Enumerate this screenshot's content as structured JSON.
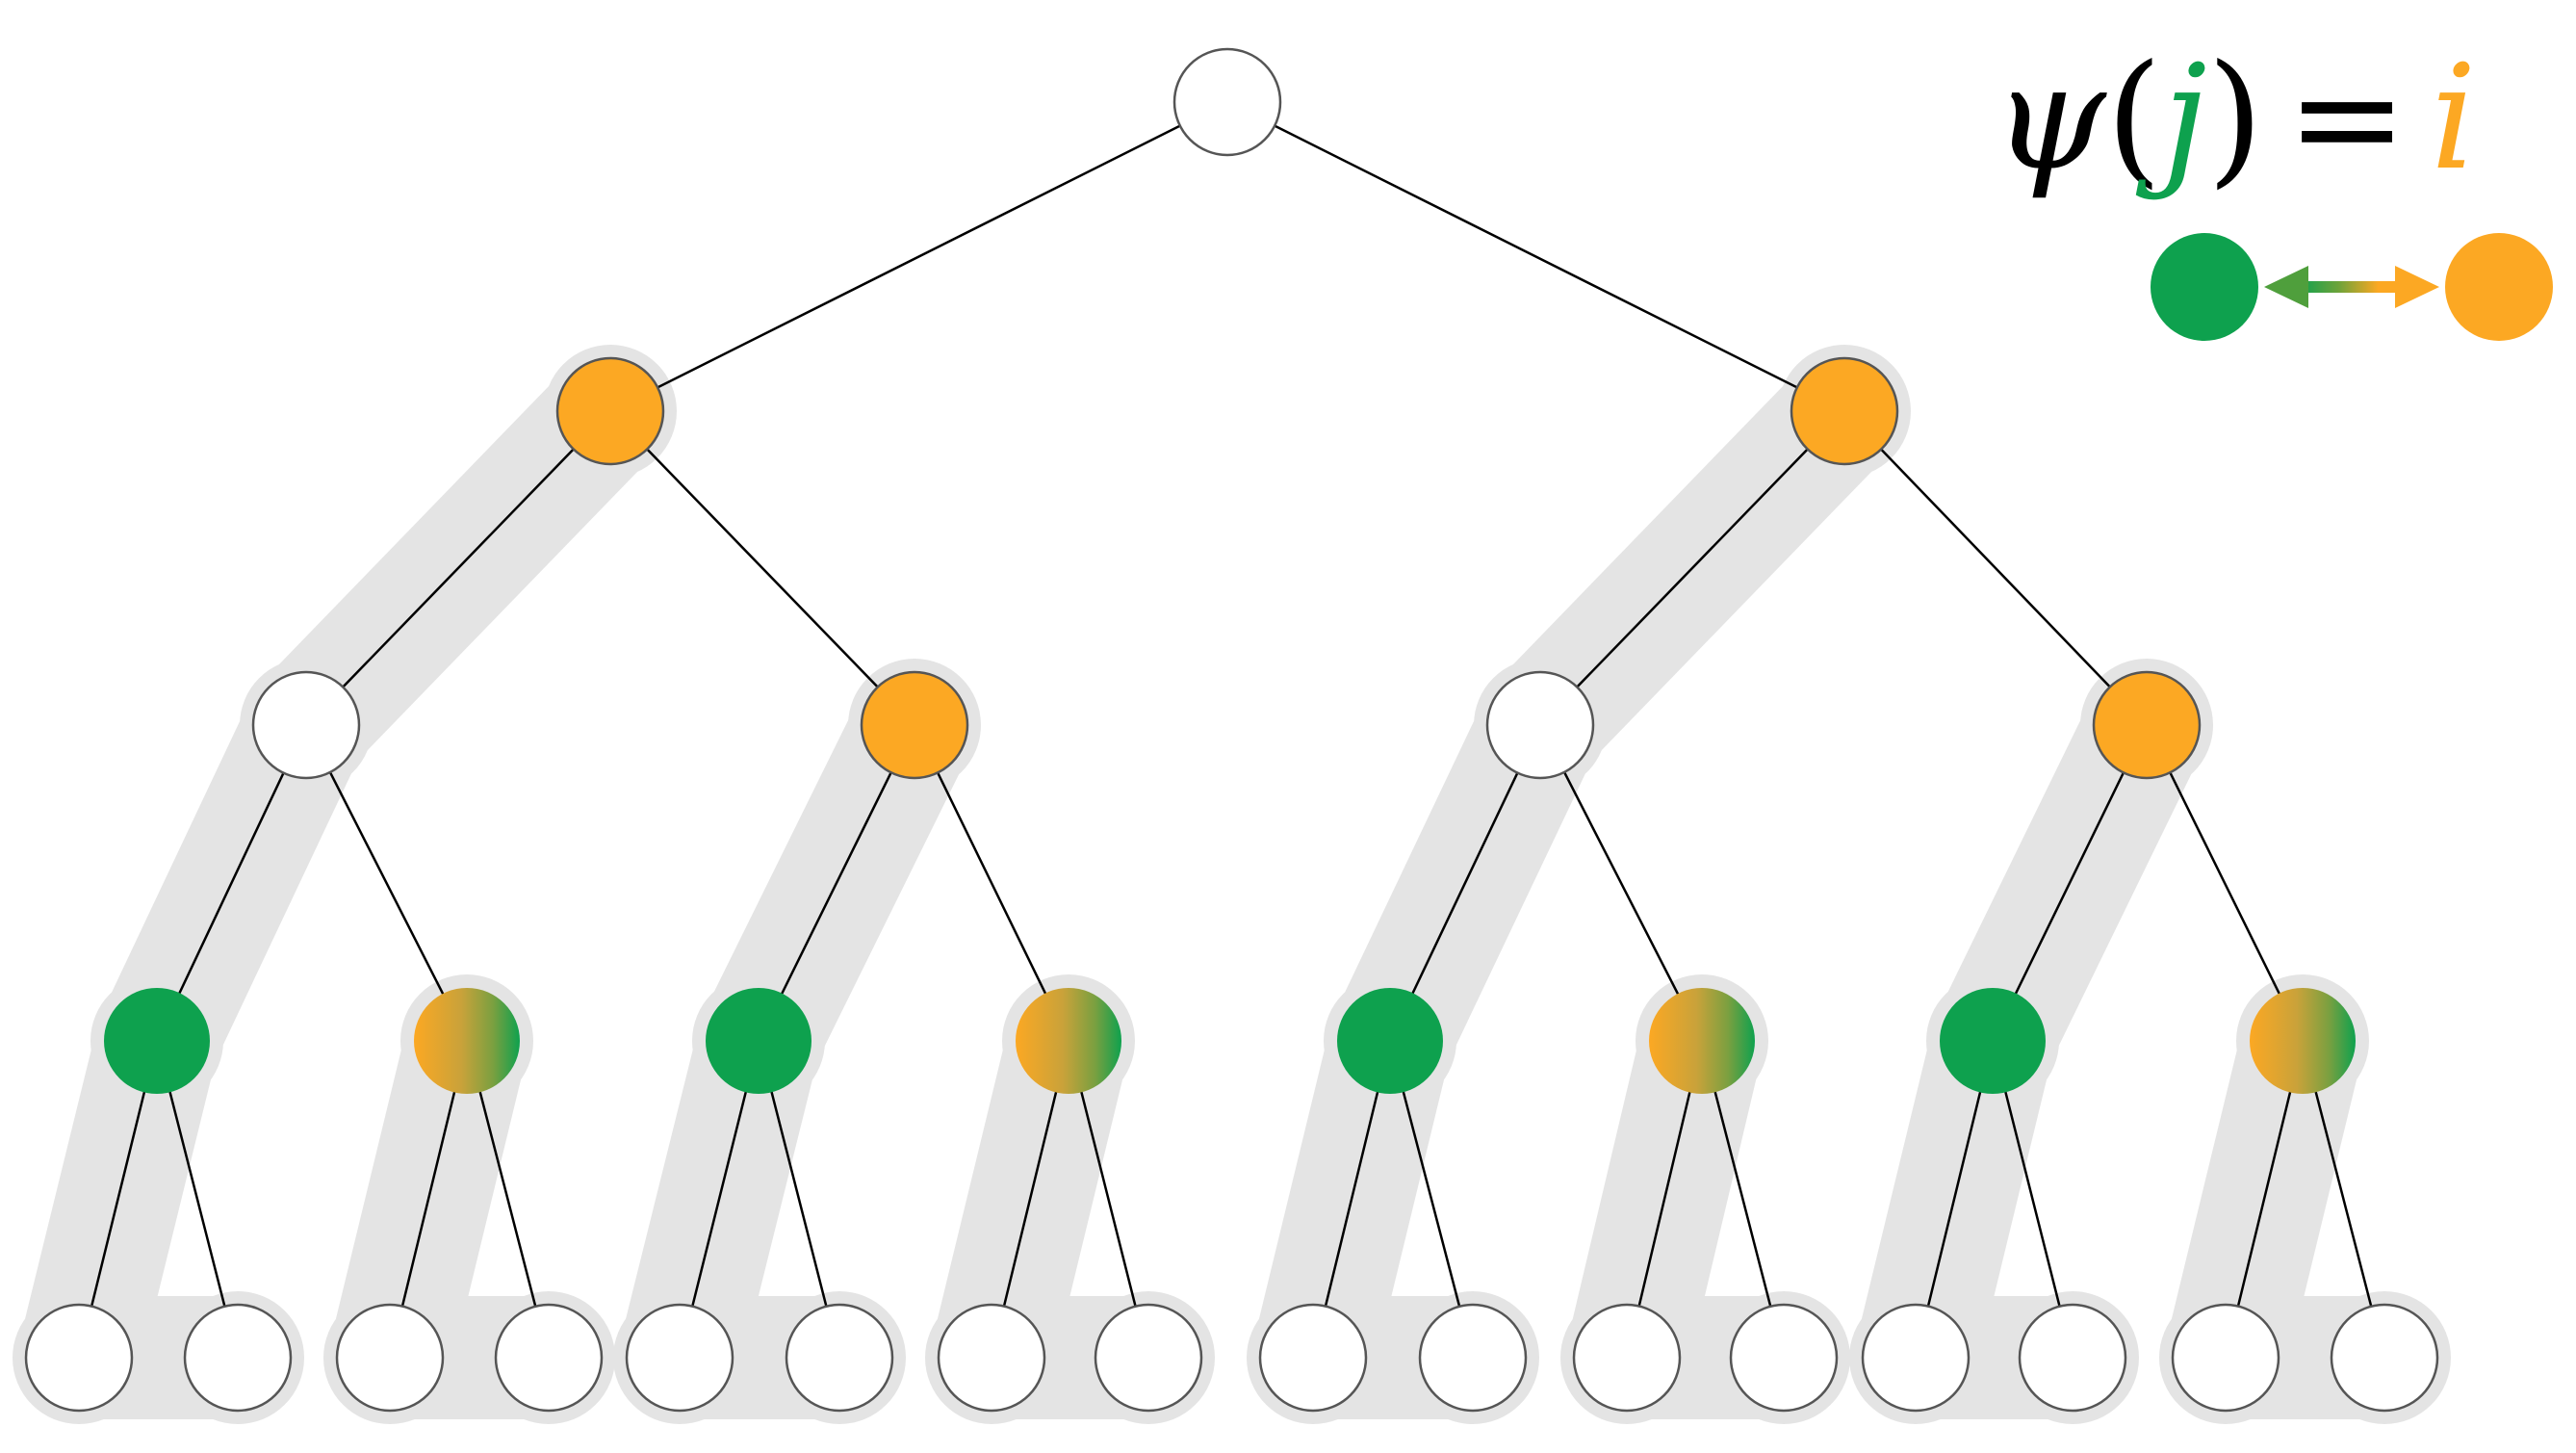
{
  "formula": {
    "psi": "ψ",
    "open_paren": "(",
    "var_j": "j",
    "close_paren": ")",
    "equals": "=",
    "var_i": "i"
  },
  "legend": {
    "j_color_name": "green",
    "i_color_name": "orange",
    "arrow_icon": "double-arrow-icon"
  },
  "colors": {
    "green": "#0ea14e",
    "orange": "#fca823",
    "white": "#ffffff",
    "node_stroke": "#555555",
    "edge": "#000000",
    "highlight": "#e4e4e4"
  },
  "tree": {
    "depth": 5,
    "levels": [
      [
        "white"
      ],
      [
        "orange",
        "orange"
      ],
      [
        "white",
        "orange",
        "white",
        "orange"
      ],
      [
        "green",
        "gradient",
        "green",
        "gradient",
        "green",
        "gradient",
        "green",
        "gradient"
      ],
      [
        "white",
        "white",
        "white",
        "white",
        "white",
        "white",
        "white",
        "white",
        "white",
        "white",
        "white",
        "white",
        "white",
        "white",
        "white",
        "white"
      ]
    ]
  }
}
